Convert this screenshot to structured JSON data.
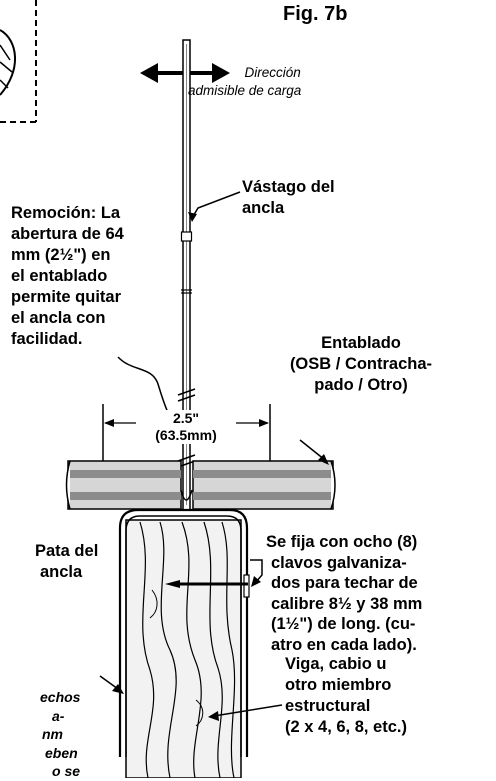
{
  "figure": {
    "title": "Fig. 7b"
  },
  "load_direction": {
    "lines": [
      "Dirección",
      "admisible de carga"
    ]
  },
  "labels": {
    "anchor_stem": [
      "Vástago del",
      "ancla"
    ],
    "removal": [
      "Remoción:  La",
      "abertura de 64",
      "mm (2½\") en",
      "el entablado",
      "permite quitar",
      "el ancla con",
      "facilidad."
    ],
    "sheathing": [
      "Entablado",
      "(OSB / Contracha-",
      "pado / Otro)"
    ],
    "dimension": [
      "2.5\"",
      "(63.5mm)"
    ],
    "anchor_leg": [
      "Pata del",
      "ancla"
    ],
    "nails": [
      "Se fija con ocho (8)",
      "clavos galvaniza-",
      "dos para techar de",
      "calibre 8½ y 38 mm",
      "(1½\") de long. (cu-",
      "atro en cada lado)."
    ],
    "member": [
      "Viga, cabio u",
      "otro miembro",
      "estructural",
      "(2 x 4, 6, 8, etc.)"
    ],
    "partial_left": [
      "echos",
      "a-",
      "nm",
      "eben",
      "o se"
    ]
  },
  "colors": {
    "ink": "#000000",
    "wood": "#f2f2f2",
    "sheathing_dark": "#8c8c8c",
    "sheathing_light": "#d6d6d6"
  }
}
